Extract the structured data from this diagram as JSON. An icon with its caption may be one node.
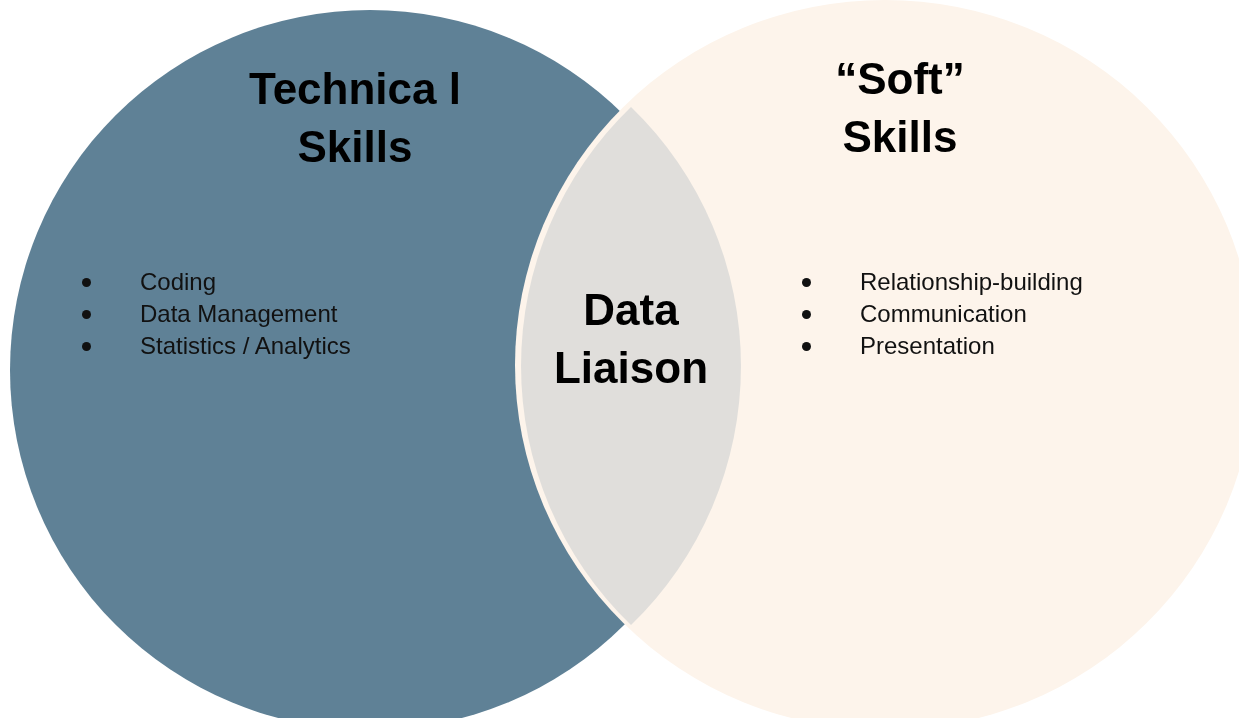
{
  "diagram": {
    "nodes": [
      {
        "text": [
          "Technica l Skills",
          "Coding",
          "Data Management",
          "Statistics / Analytics"
        ]
      },
      {
        "text": [
          "“Soft” Skills",
          "Relationship-building",
          "Communication",
          "Presentation"
        ]
      },
      {
        "text": [
          "Data Liaison"
        ]
      }
    ]
  }
}
